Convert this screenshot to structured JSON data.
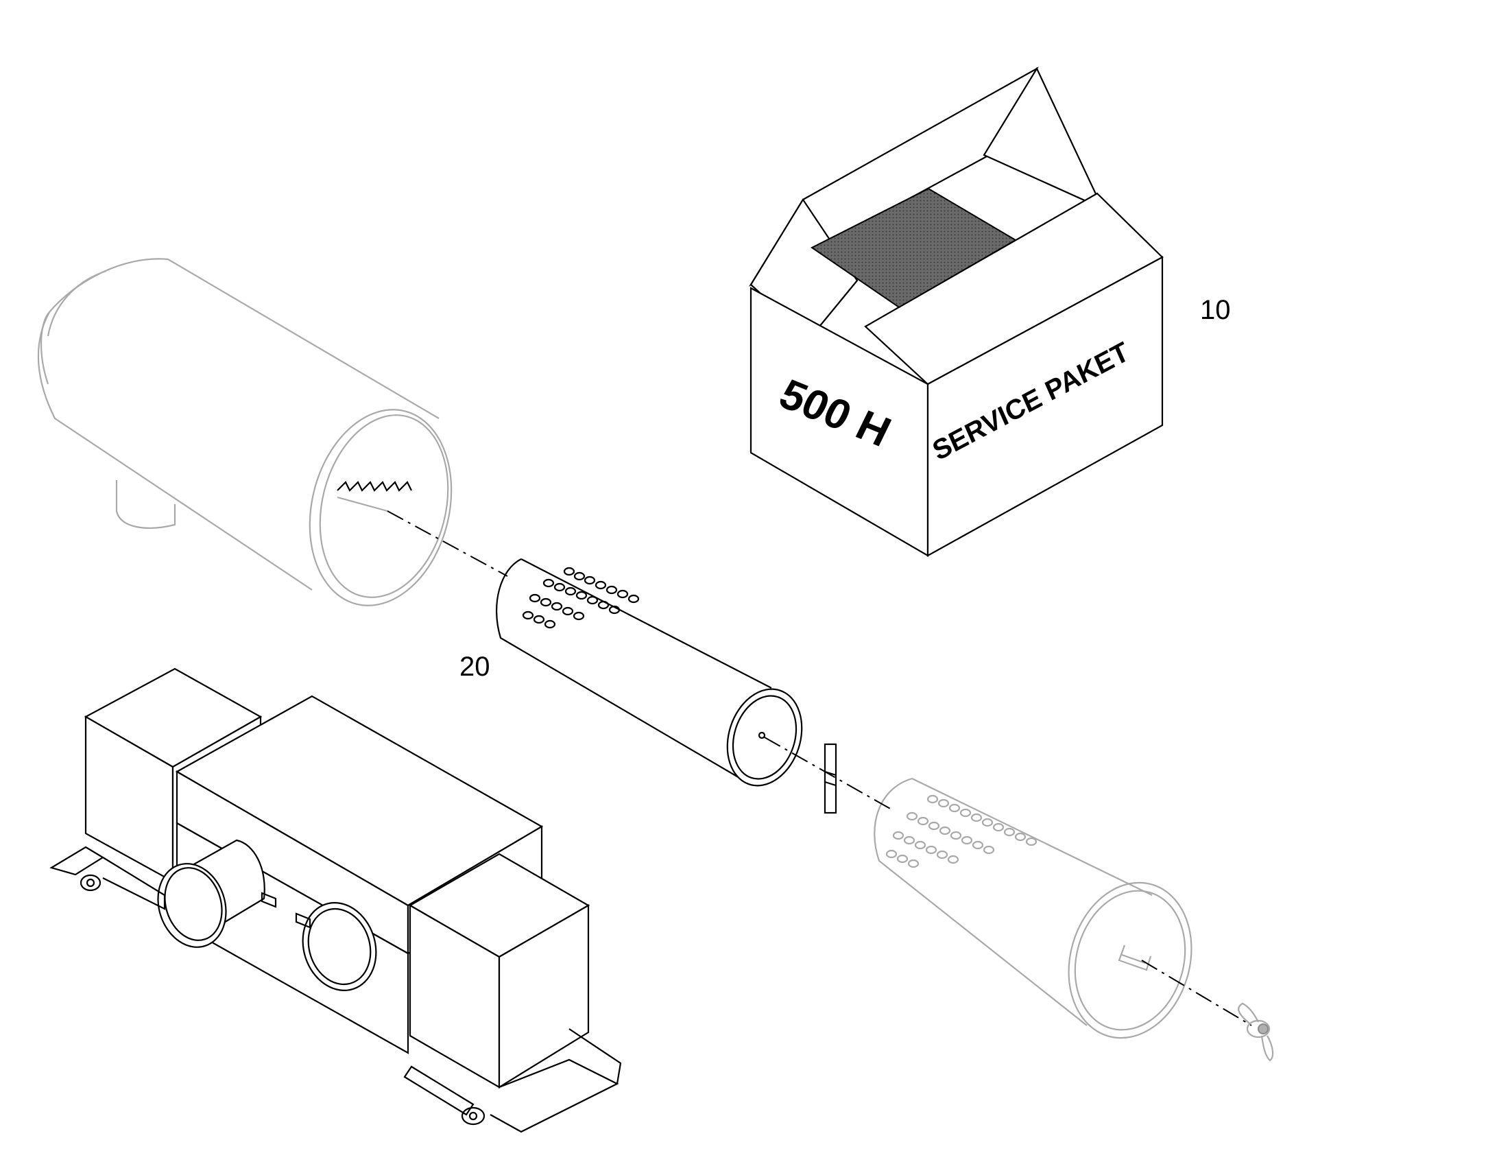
{
  "callouts": {
    "service_box": "10",
    "filter_element": "20"
  },
  "box_print": {
    "hours": "500 H",
    "caption": "SERVICE PAKET"
  },
  "colors": {
    "line": "#000000",
    "ghost_line": "#a9a9a9",
    "box_opening_fill": "#555555",
    "background": "#ffffff"
  }
}
